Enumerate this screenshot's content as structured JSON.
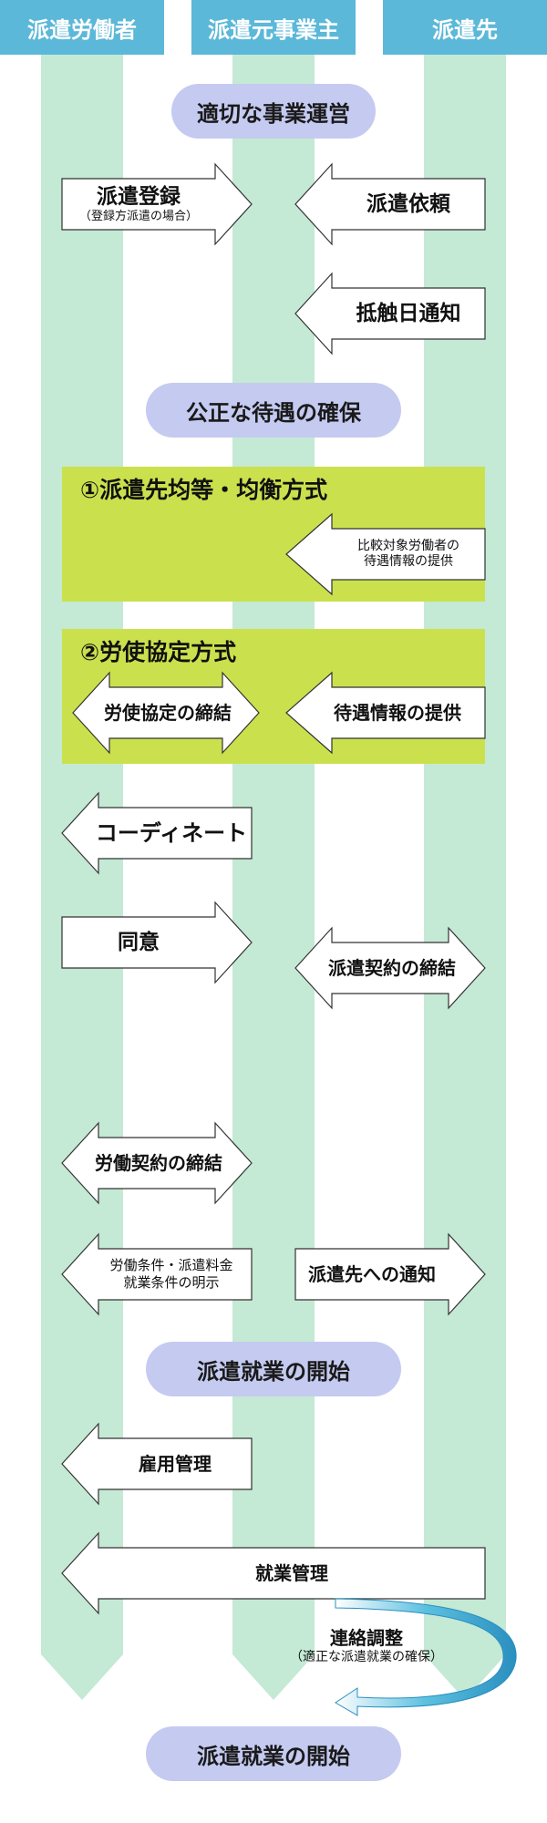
{
  "headers": {
    "worker": "派遣労働者",
    "agency": "派遣元事業主",
    "client": "派遣先"
  },
  "sections": {
    "s1": "適切な事業運営",
    "s2": "公正な待遇の確保",
    "s3": "派遣就業の開始",
    "s4": "派遣就業の開始"
  },
  "method1": {
    "title": "①派遣先均等・均衡方式",
    "provide_info": "比較対象労働者の\n待遇情報の提供"
  },
  "method2": {
    "title": "②労使協定方式",
    "agreement": "労使協定の締結",
    "provide_info": "待遇情報の提供"
  },
  "steps": {
    "registration": "派遣登録",
    "registration_note": "（登録方派遣の場合）",
    "request": "派遣依頼",
    "conflict_date": "抵触日通知",
    "coordinate": "コーディネート",
    "consent": "同意",
    "dispatch_contract": "派遣契約の締結",
    "labor_contract": "労働契約の締結",
    "terms_disclosure": "労働条件・派遣料金\n就業条件の明示",
    "notify_client": "派遣先への通知",
    "employment_mgmt": "雇用管理",
    "work_mgmt": "就業管理",
    "liaison": "連絡調整",
    "liaison_note": "（適正な派遣就業の確保）"
  },
  "colors": {
    "header_bg": "#5cb8d8",
    "lane": "#c4e9d5",
    "pill": "#c5caf1",
    "method_box": "#cae14d",
    "curve": "#4aaed0"
  }
}
